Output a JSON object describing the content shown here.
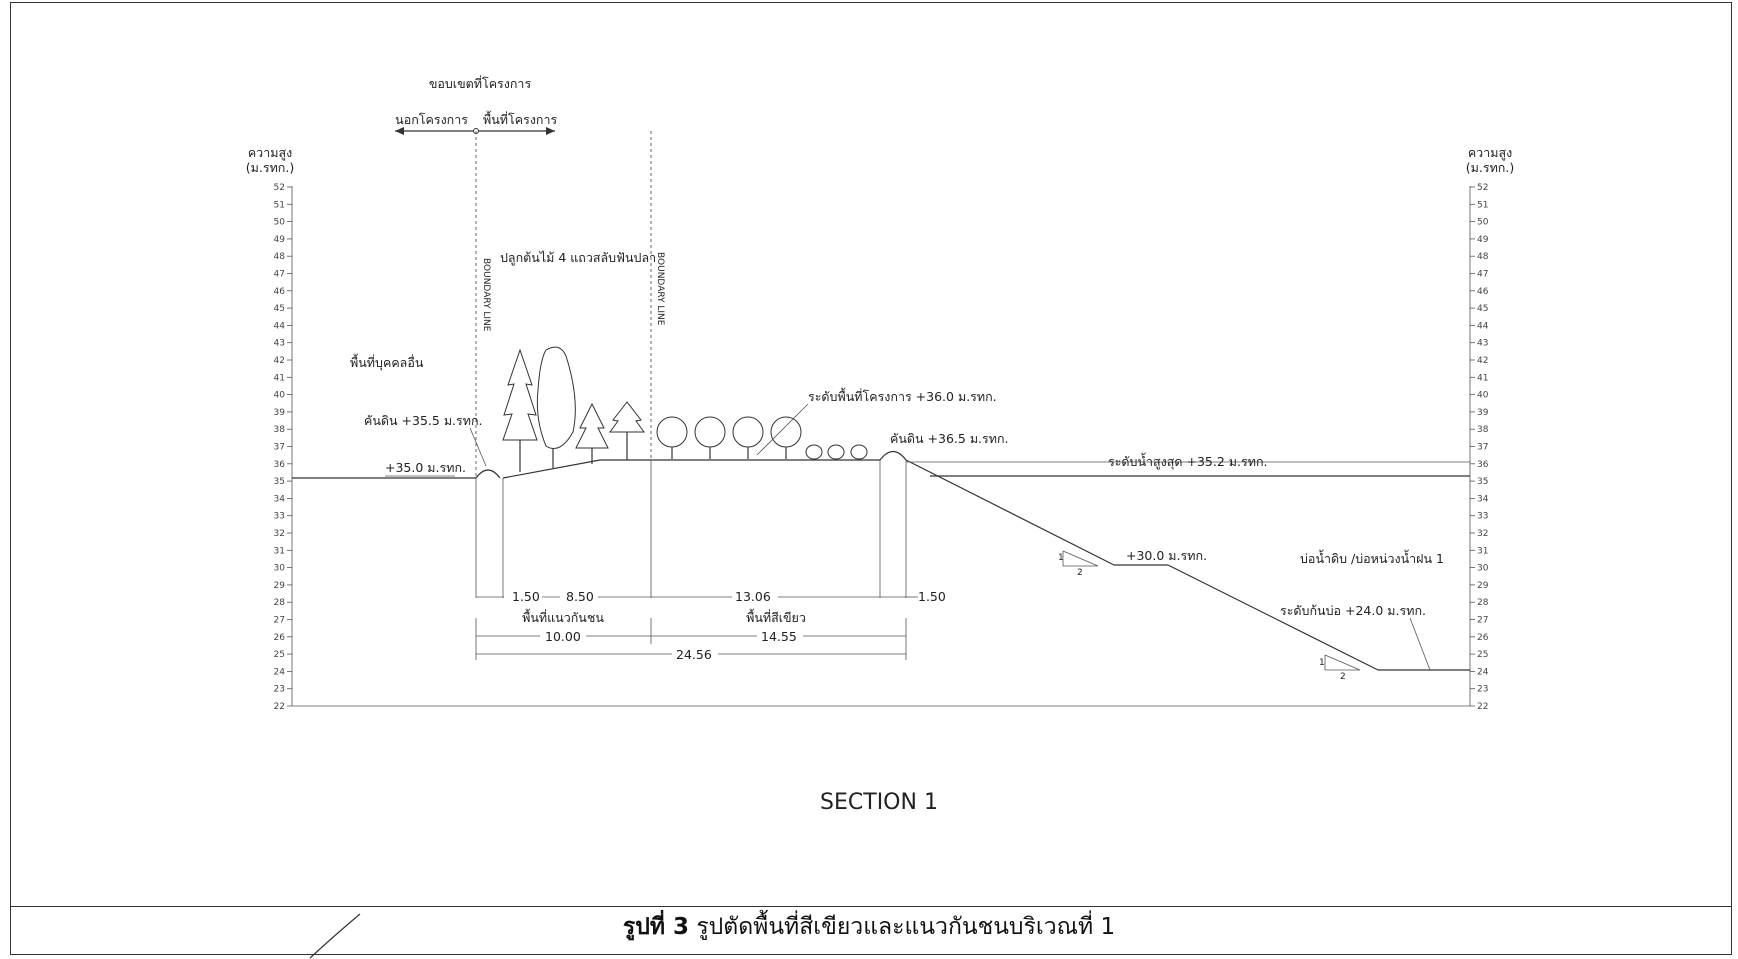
{
  "figure": {
    "section_title": "SECTION 1",
    "caption_number": "รูปที่ 3",
    "caption_text": "รูปตัดพื้นที่สีเขียวและแนวกันชนบริเวณที่ 1"
  },
  "header": {
    "project_boundary": "ขอบเขตที่โครงการ",
    "outside_project": "นอกโครงการ",
    "project_area": "พื้นที่โครงการ"
  },
  "axes": {
    "left_label_line1": "ความสูง",
    "left_label_line2": "(ม.รทก.)",
    "right_label_line1": "ความสูง",
    "right_label_line2": "(ม.รทก.)",
    "ticks": [
      "22",
      "23",
      "24",
      "25",
      "26",
      "27",
      "28",
      "29",
      "30",
      "31",
      "32",
      "33",
      "34",
      "35",
      "36",
      "37",
      "38",
      "39",
      "40",
      "41",
      "42",
      "43",
      "44",
      "45",
      "46",
      "47",
      "48",
      "49",
      "50",
      "51",
      "52"
    ]
  },
  "annotations": {
    "boundary_line_left": "BOUNDARY LINE",
    "boundary_line_right": "BOUNDARY LINE",
    "tree_planting": "ปลูกต้นไม้ 4 แถวสลับฟันปลา",
    "other_land": "พื้นที่บุคคลอื่น",
    "berm_left": "คันดิน +35.5 ม.รทก.",
    "ground_left": "+35.0 ม.รทก.",
    "project_level": "ระดับพื้นที่โครงการ +36.0 ม.รทก.",
    "berm_right": "คันดิน +36.5 ม.รทก.",
    "max_water": "ระดับน้ำสูงสุด +35.2 ม.รทก.",
    "bench_level": "+30.0 ม.รทก.",
    "pond_name": "บ่อน้ำดิบ /บ่อหน่วงน้ำฝน 1",
    "pond_bottom": "ระดับก้นบ่อ +24.0 ม.รทก.",
    "slope_v_1": "1",
    "slope_h_1": "2",
    "slope_v_2": "1",
    "slope_h_2": "2"
  },
  "dimensions": {
    "d_150_left": "1.50",
    "d_850": "8.50",
    "d_1306": "13.06",
    "d_150_right": "1.50",
    "buffer_zone": "พื้นที่แนวกันชน",
    "green_zone": "พื้นที่สีเขียว",
    "d_1000": "10.00",
    "d_1455": "14.55",
    "d_2456": "24.56"
  }
}
